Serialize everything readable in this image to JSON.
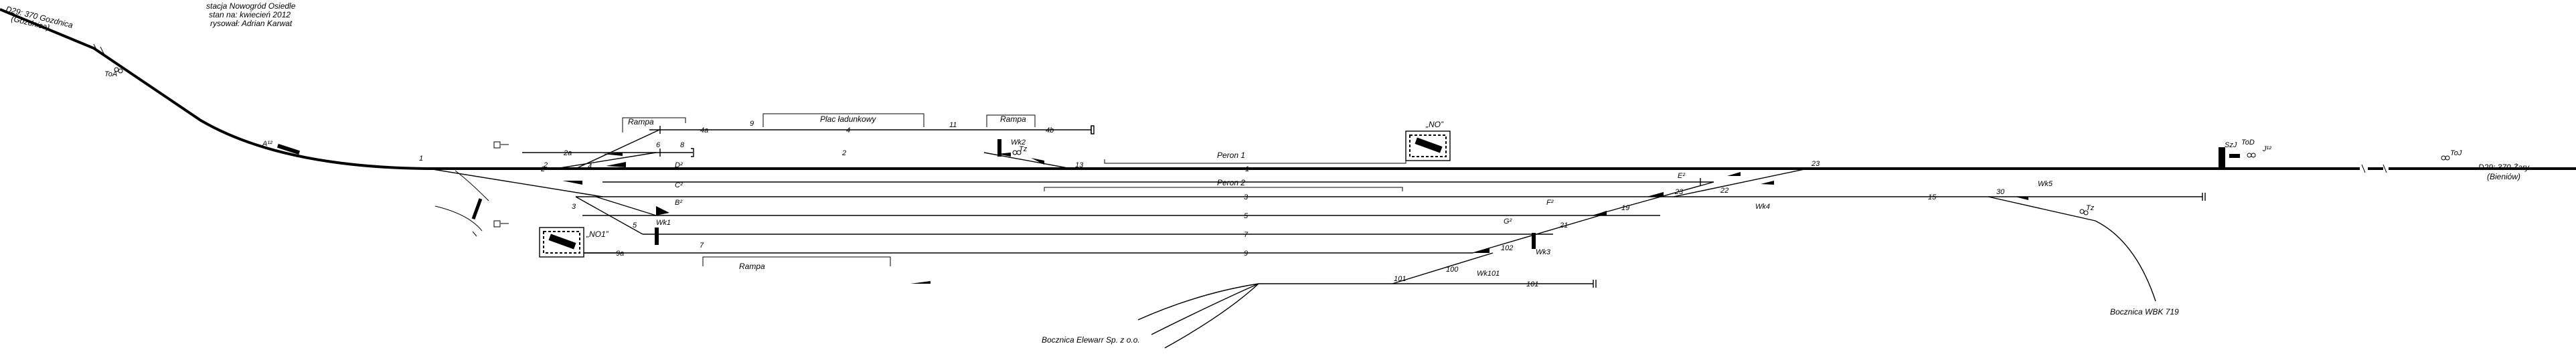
{
  "header": {
    "line1": "stacja Nowogród Osiedle",
    "line2": "stan na: kwiecień 2012",
    "line3": "rysował: Adrian Karwat"
  },
  "line_west": {
    "label": "D29: 370 Gozdnica",
    "sub": "(Gozdnica)"
  },
  "line_east": {
    "label": "D29: 370 Żary",
    "sub": "(Bieniów)"
  },
  "track_numbers": {
    "t2a": "2a",
    "t2": "2",
    "t2b": "2",
    "t4": "4",
    "t4b": "4b",
    "t3": "3",
    "t5": "5",
    "t7": "7",
    "t9": "9",
    "t9a": "9a",
    "t15": "15",
    "t101": "101",
    "t1": "1"
  },
  "switch_numbers": {
    "s1": "1",
    "s2": "2",
    "s3": "3",
    "s4": "4",
    "s5": "5",
    "s6": "6",
    "s7": "7",
    "s8": "8",
    "s9": "9",
    "s11": "11",
    "s4a": "4a",
    "s13": "13",
    "s19": "19",
    "s21": "21",
    "s22": "22",
    "s23": "23",
    "s23b": "23",
    "s30": "30",
    "s100": "100",
    "s101": "101",
    "s102": "102"
  },
  "platforms": {
    "p1": "Peron 1",
    "p2": "Peron 2"
  },
  "loading": {
    "rampa_a": "Rampa",
    "plac": "Plac ładunkowy",
    "rampa_b": "Rampa",
    "rampa_c": "Rampa"
  },
  "signals": {
    "A": "A¹²",
    "B": "B²",
    "C": "C²",
    "D": "D²",
    "E": "E²",
    "F": "F²",
    "G": "G²",
    "ToA": "ToA",
    "ToD": "ToD",
    "ToJ": "ToJ",
    "SzJ": "SzJ",
    "J": "J¹²",
    "Tz": "Tz",
    "Tz2": "Tz"
  },
  "posts": {
    "NO1": "„NO1”",
    "NO": "„NO”",
    "Wk1": "Wk1",
    "Wk2": "Wk2",
    "Wk3": "Wk3",
    "Wk4": "Wk4",
    "Wk5": "Wk5",
    "Wk101": "Wk101"
  },
  "sidings": {
    "elewarr": "Bocznica Elewarr Sp. z o.o.",
    "wbk": "Bocznica WBK 719"
  }
}
